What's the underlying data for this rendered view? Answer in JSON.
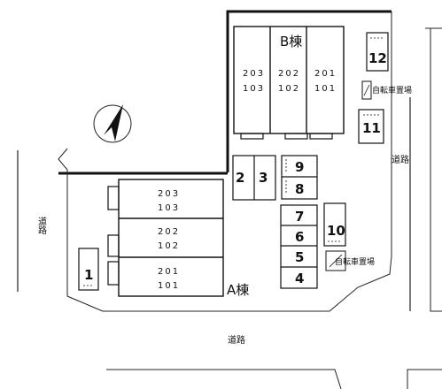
{
  "building_b": {
    "name": "B棟",
    "units": [
      {
        "upper": "203",
        "lower": "103"
      },
      {
        "upper": "202",
        "lower": "102"
      },
      {
        "upper": "201",
        "lower": "101"
      }
    ]
  },
  "building_a": {
    "name": "A棟",
    "units": [
      {
        "upper": "203",
        "lower": "103"
      },
      {
        "upper": "202",
        "lower": "102"
      },
      {
        "upper": "201",
        "lower": "101"
      }
    ]
  },
  "parking": {
    "spaces": [
      "1",
      "2",
      "3",
      "4",
      "5",
      "6",
      "7",
      "8",
      "9",
      "10",
      "11",
      "12"
    ]
  },
  "bicycle_parking": {
    "label_upper": "自転車置場",
    "label_lower": "自転車置場"
  },
  "roads": {
    "left": "道路",
    "bottom": "道路",
    "right": "道路"
  },
  "compass": {
    "icon": "north-arrow-icon"
  }
}
